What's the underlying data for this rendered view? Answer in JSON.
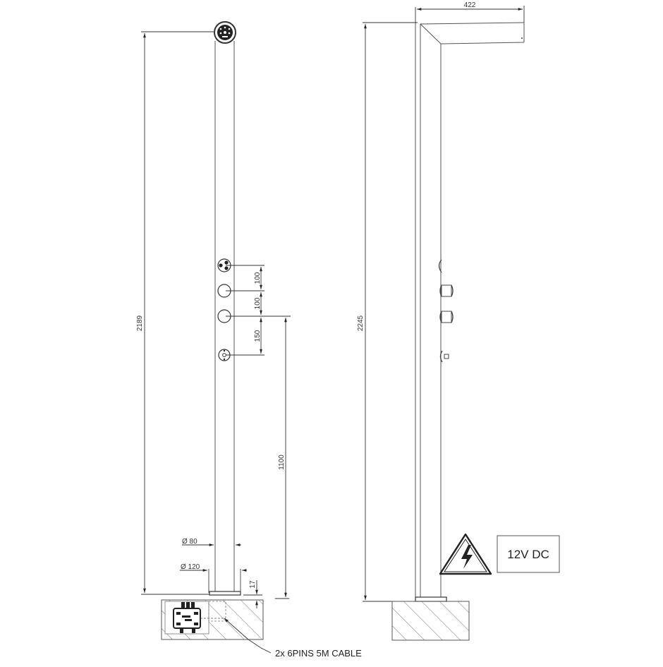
{
  "front_view": {
    "overall_height": "2189",
    "spacing_1": "100",
    "spacing_2": "100",
    "spacing_3": "150",
    "control_height": "1100",
    "pipe_diameter": "Ø 80",
    "flange_diameter": "Ø 120",
    "base_offset": "17",
    "cable_callout": "2x 6PINS 5M CABLE",
    "components": [
      "shower-head",
      "three-way-diverter",
      "mixer-knob",
      "mixer-knob",
      "hand-shower-outlet"
    ]
  },
  "side_view": {
    "overall_height": "2245",
    "arm_projection": "422"
  },
  "warning": {
    "icon": "electrical-hazard-icon",
    "voltage": "12V DC"
  },
  "colors": {
    "line": "#555555",
    "background": "#ffffff"
  }
}
